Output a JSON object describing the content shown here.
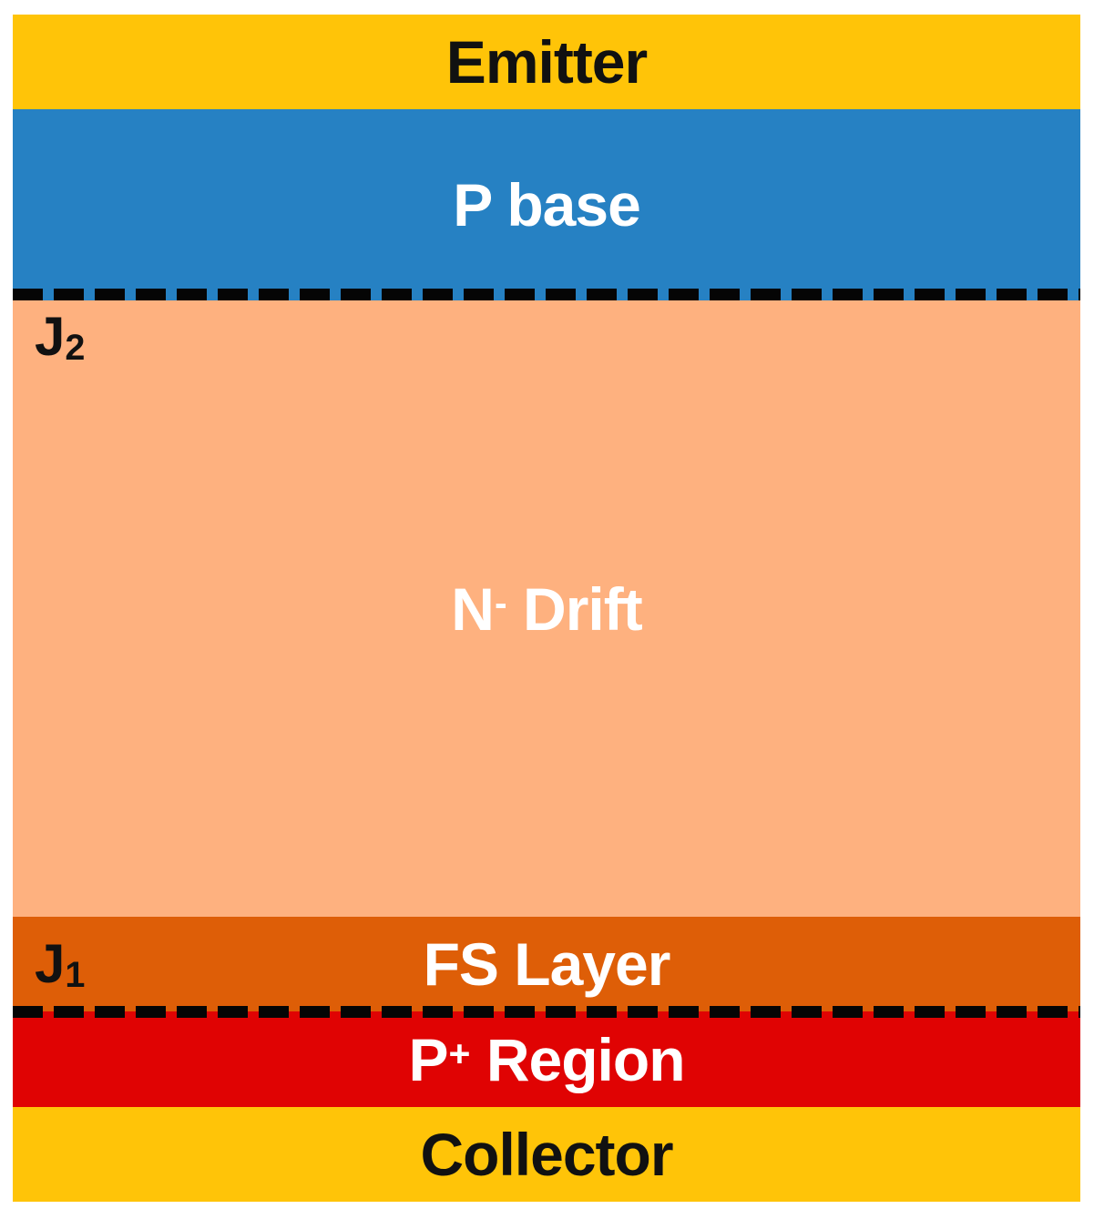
{
  "colors": {
    "background": "#FFFFFF",
    "contact_yellow": "#FFC408",
    "p_base_blue": "#2681C3",
    "n_drift_peach": "#FEB17F",
    "fs_orange": "#DE5E07",
    "p_plus_red": "#E00303",
    "junction_line": "#050505",
    "label_dark": "#111111",
    "label_light": "#FFFFFF"
  },
  "layers": [
    {
      "name": "emitter",
      "label": "Emitter"
    },
    {
      "name": "p-base",
      "label": "P base"
    },
    {
      "name": "n-drift",
      "label_base": "N",
      "label_sup": "-",
      "label_rest": "Drift"
    },
    {
      "name": "fs-layer",
      "label": "FS Layer"
    },
    {
      "name": "p-plus-region",
      "label_base": "P",
      "label_sup": "+",
      "label_rest": "Region"
    },
    {
      "name": "collector",
      "label": "Collector"
    }
  ],
  "junctions": [
    {
      "name": "J2",
      "base": "J",
      "sub": "2"
    },
    {
      "name": "J1",
      "base": "J",
      "sub": "1"
    }
  ]
}
